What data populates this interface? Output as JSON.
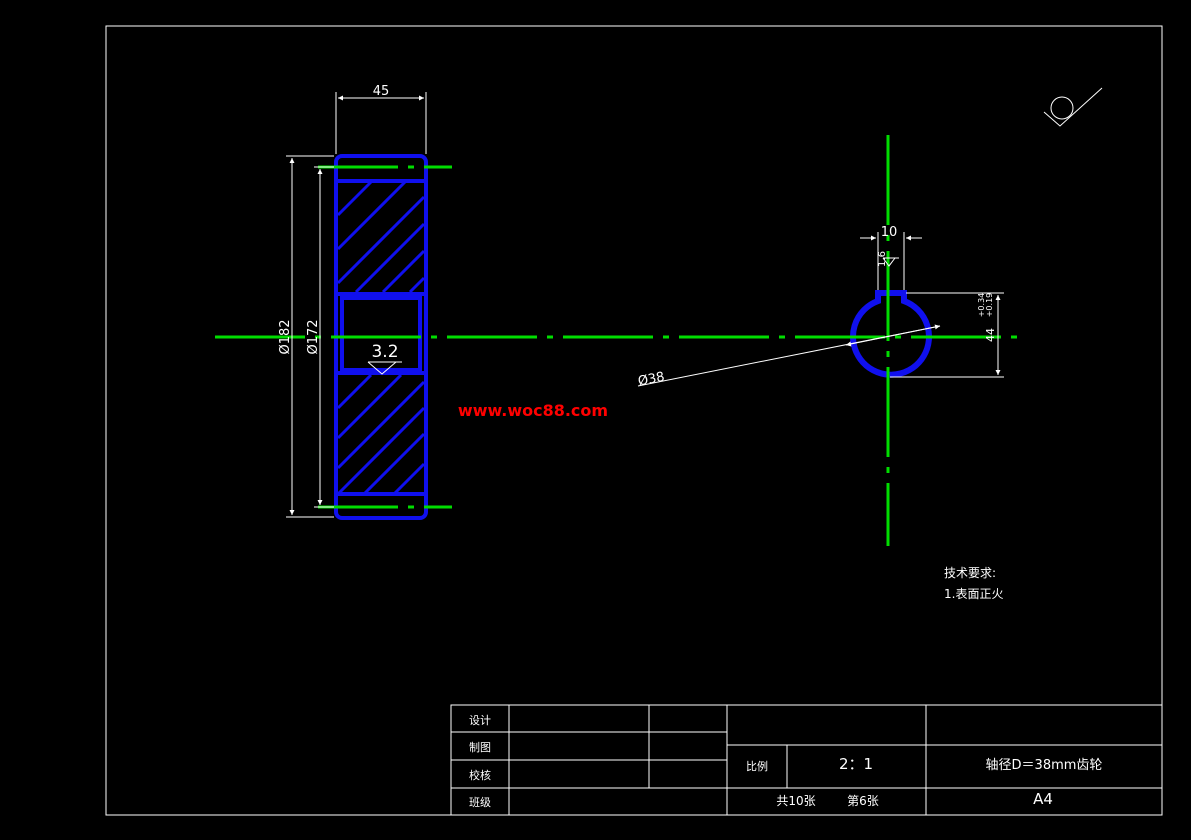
{
  "dims": {
    "width": "45",
    "od": "Ø182",
    "pitch": "Ø172",
    "bore": "Ø38",
    "key_width": "10",
    "key_tol_upper": "+0.34",
    "key_tol_lower": "+0.19",
    "key_depth": "44",
    "key_roughness": "1.6",
    "bore_roughness": "3.2"
  },
  "watermark": "www.woc88.com",
  "tech_requirements": {
    "title": "技术要求:",
    "item1": "1.表面正火"
  },
  "title_block": {
    "design": "设计",
    "draw": "制图",
    "check": "校核",
    "class": "班级",
    "scale_label": "比例",
    "scale_value": "2：1",
    "part_name": "轴径D＝38mm齿轮",
    "sheets_total": "共10张",
    "sheet_no": "第6张",
    "paper": "A4"
  },
  "colors": {
    "part": "#1010ee",
    "centerline": "#00dd00",
    "dimension": "#ffffff",
    "watermark": "#ff0000",
    "background": "#000000"
  }
}
